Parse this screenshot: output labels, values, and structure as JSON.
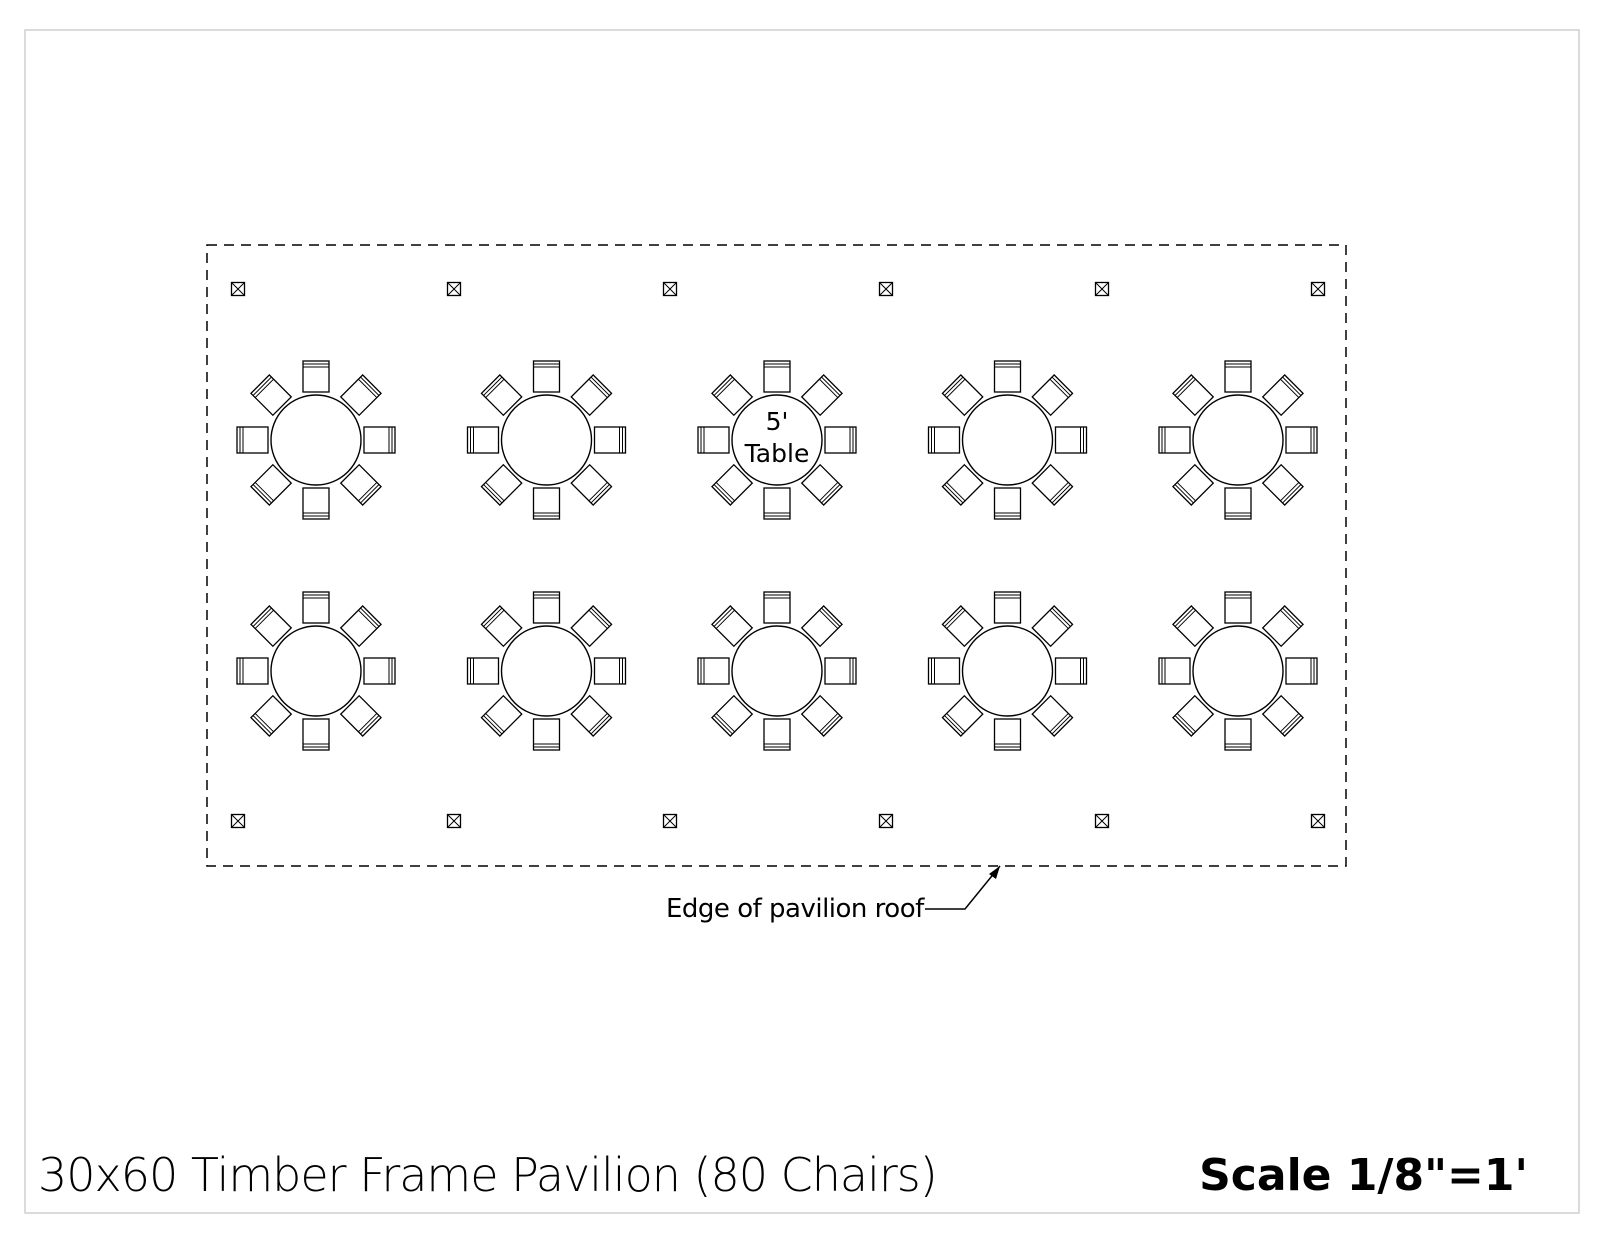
{
  "drawing": {
    "pavilion_label": "Edge of pavilion roof",
    "table_label_line1": "5'",
    "table_label_line2": "Table",
    "table_rows": 2,
    "tables_per_row": 5,
    "chairs_per_table": 8,
    "posts_per_row": 6
  },
  "footer": {
    "title": "30x60 Timber Frame Pavilion (80 Chairs)",
    "scale": "Scale 1/8\"=1'"
  }
}
